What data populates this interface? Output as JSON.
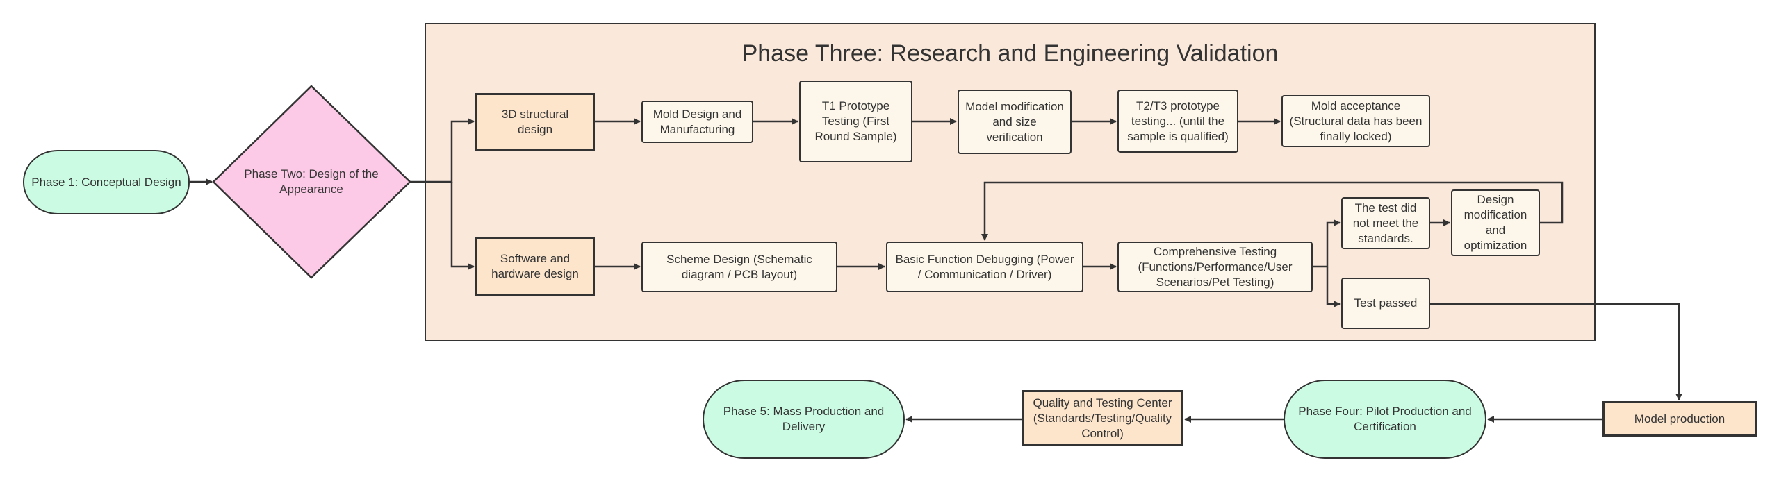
{
  "colors": {
    "terminal": "#ccfbe3",
    "decision": "#fcc9e6",
    "group": "#fae8da",
    "key_step": "#fde5cc",
    "step": "#fcf7ea",
    "stroke": "#333333"
  },
  "nodes": {
    "phase1": "Phase 1: Conceptual Design",
    "phase2": "Phase Two: Design of the Appearance",
    "phase3_title": "Phase Three: Research and Engineering Validation",
    "structural": "3D structural design",
    "mold_design": "Mold Design and Manufacturing",
    "t1": "T1 Prototype Testing (First Round Sample)",
    "model_mod": "Model modification and size verification",
    "t2t3": "T2/T3 prototype testing... (until the sample is qualified)",
    "mold_accept": "Mold acceptance (Structural data has been finally locked)",
    "sw_hw": "Software and hardware design",
    "scheme": "Scheme Design (Schematic diagram / PCB layout)",
    "basic_debug": "Basic Function Debugging (Power / Communication / Driver)",
    "comprehensive": "Comprehensive Testing (Functions/Performance/User Scenarios/Pet Testing)",
    "test_failed": "The test did not meet the standards.",
    "design_mod": "Design modification and optimization",
    "test_passed": "Test passed",
    "model_production": "Model production",
    "phase4": "Phase Four: Pilot Production and Certification",
    "quality": "Quality and Testing Center (Standards/Testing/Quality Control)",
    "phase5": "Phase 5: Mass Production and Delivery"
  }
}
